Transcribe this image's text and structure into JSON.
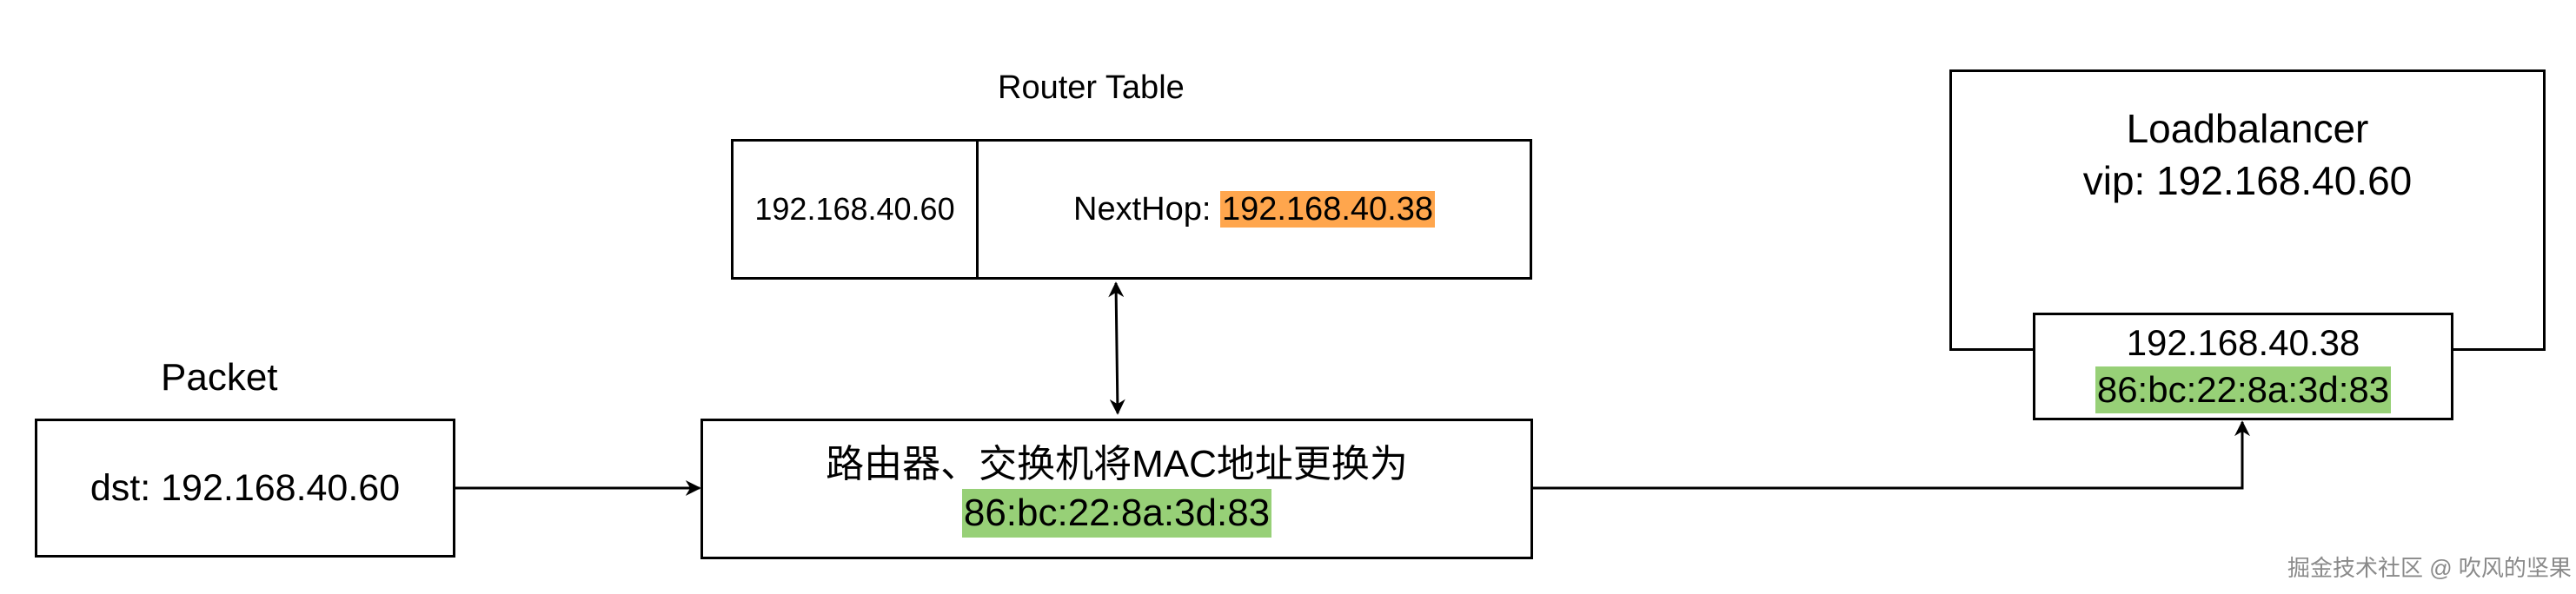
{
  "packet": {
    "title": "Packet",
    "dst": "dst: 192.168.40.60"
  },
  "router_table": {
    "title": "Router Table",
    "ip": "192.168.40.60",
    "nexthop_label": "NextHop: ",
    "nexthop_value": "192.168.40.38",
    "highlight_color": "#ffa64d"
  },
  "switch": {
    "text": "路由器、交换机将MAC地址更换为",
    "mac": "86:bc:22:8a:3d:83",
    "highlight_color": "#97d077"
  },
  "loadbalancer": {
    "title": "Loadbalancer",
    "vip": "vip: 192.168.40.60",
    "ip": "192.168.40.38",
    "mac": "86:bc:22:8a:3d:83"
  },
  "watermark": "掘金技术社区 @ 吹风的坚果"
}
